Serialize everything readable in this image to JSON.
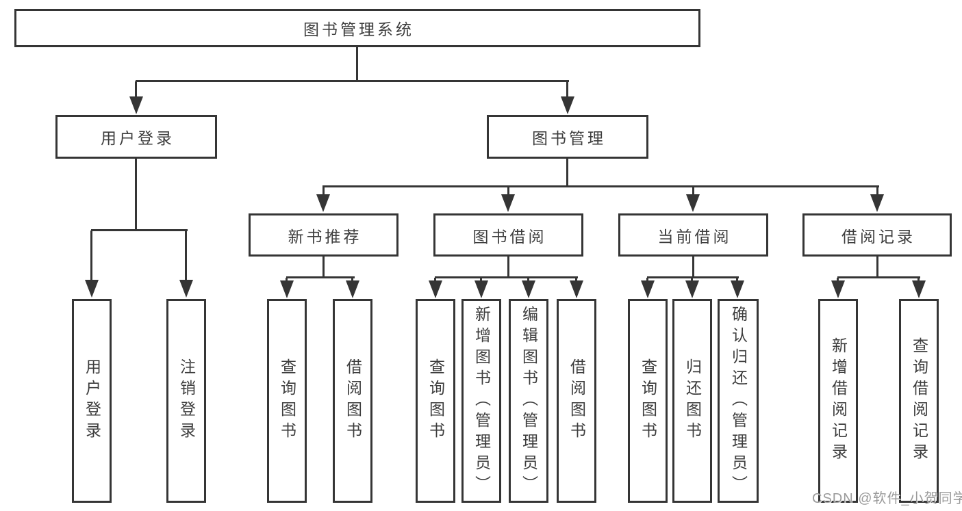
{
  "colors": {
    "line": "#353535",
    "text": "#3d3d3d",
    "bg": "#ffffff",
    "watermark": "#9b9b9b"
  },
  "tree": {
    "root": {
      "label": "图书管理系统"
    },
    "branches": [
      {
        "label": "用户登录",
        "children": [
          {
            "label": "用户登录"
          },
          {
            "label": "注销登录"
          }
        ]
      },
      {
        "label": "图书管理",
        "groups": [
          {
            "label": "新书推荐",
            "children": [
              {
                "label": "查询图书"
              },
              {
                "label": "借阅图书"
              }
            ]
          },
          {
            "label": "图书借阅",
            "children": [
              {
                "label": "查询图书"
              },
              {
                "label": "新增图书（管理员）"
              },
              {
                "label": "编辑图书（管理员）"
              },
              {
                "label": "借阅图书"
              }
            ]
          },
          {
            "label": "当前借阅",
            "children": [
              {
                "label": "查询图书"
              },
              {
                "label": "归还图书"
              },
              {
                "label": "确认归还（管理员）"
              }
            ]
          },
          {
            "label": "借阅记录",
            "children": [
              {
                "label": "新增借阅记录"
              },
              {
                "label": "查询借阅记录"
              }
            ]
          }
        ]
      }
    ]
  },
  "watermark": {
    "text": "CSDN @软件_小贺同学"
  }
}
